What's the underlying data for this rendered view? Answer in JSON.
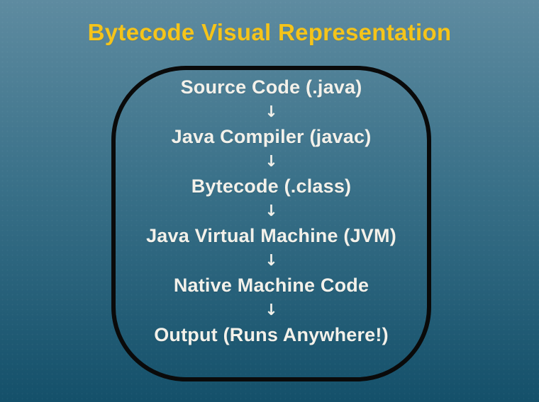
{
  "title": "Bytecode Visual Representation",
  "flow": {
    "arrow": "↓",
    "steps": [
      "Source Code (.java)",
      "Java Compiler (javac)",
      "Bytecode (.class)",
      "Java Virtual Machine (JVM)",
      "Native Machine Code",
      "Output (Runs Anywhere!)"
    ]
  },
  "colors": {
    "title": "#F5C41A",
    "step_text": "#F3F1EA",
    "box_border": "#0A0A0A",
    "background_top": "#5E8BA0",
    "background_bottom": "#14506A"
  }
}
